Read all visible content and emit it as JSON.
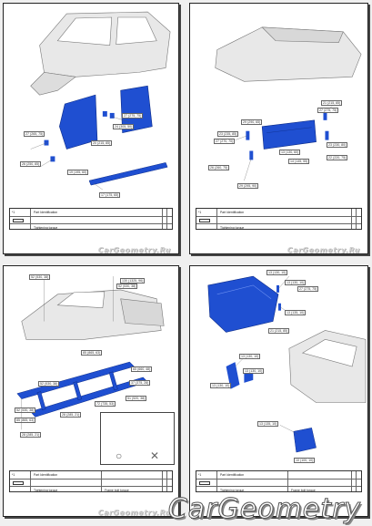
{
  "pages": [
    {
      "callouts": [
        "27 (275, 75)",
        "24 (305, 50)",
        "20 (215, 85)",
        "27 (265, 75)",
        "26 (250, 85)",
        "19 (195, 60)",
        "17 (175, 65)"
      ],
      "table": {
        "header_code": "*1",
        "header_title": "Part Identification",
        "row_code": "",
        "row_desc": "Tightening torque"
      },
      "watermark": "CarGeometry.Ru"
    },
    {
      "callouts": [
        "21 (215, 85)",
        "27 (275, 75)",
        "29 (290, 65)",
        "23 (235, 85)",
        "27 (270, 70)",
        "13 (130, 60)",
        "23 (230, 80)",
        "26 (260, 75)",
        "14 (145, 55)",
        "22 (220, 75)",
        "29 (295, 90)"
      ],
      "table": {
        "header_code": "*1",
        "header_title": "Part Identification",
        "row_code": "",
        "row_desc": "Tightening torque"
      },
      "watermark": "CarGeometry.Ru"
    },
    {
      "callouts": [
        "130 (1325, 96)",
        "52 (530, 38)",
        "52 (530, 38)",
        "85 (865, 63)",
        "65 (660, 48)",
        "52 (530, 38)",
        "37 (375, 28)",
        "51 (520, 38)",
        "52 (530, 38)",
        "72 (735, 53)",
        "28 (285, 21)",
        "85 (865, 63)",
        "28 (285, 21)"
      ],
      "table": {
        "header_code": "*1",
        "header_title": "Part Identification",
        "row_code": "",
        "row_desc": "Tightening torque",
        "row_alt": "Frame bolt torque"
      },
      "legend": {
        "ok_mark": "○",
        "ng_mark": "✕"
      },
      "watermark": "CarGeometry.Ru"
    },
    {
      "callouts": [
        "13 (130, 10)",
        "13 (130, 10)",
        "27 (275, 75)",
        "13 (135, 10)",
        "21 (215, 85)",
        "13 (130, 10)",
        "13 (130, 10)",
        "13 (130, 10)",
        "13 (135, 10)",
        "10 (100, 10)"
      ],
      "table": {
        "header_code": "*1",
        "header_title": "Part Identification",
        "row_code": "",
        "row_desc": "Tightening torque",
        "row_alt": "Frame bolt torque"
      },
      "watermark": "CarGeometry.Ru"
    }
  ],
  "main_watermark": "CarGeometry"
}
